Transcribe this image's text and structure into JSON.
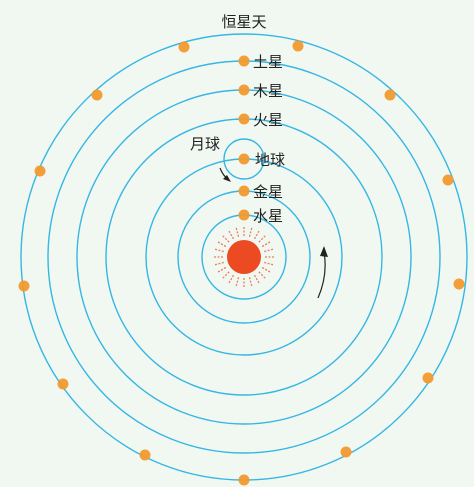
{
  "diagram": {
    "labels": {
      "fixed_stars": "恒星天",
      "saturn": "土星",
      "jupiter": "木星",
      "mars": "火星",
      "earth": "地球",
      "moon": "月球",
      "venus": "金星",
      "mercury": "水星"
    },
    "colors": {
      "background": "#f1f8f1",
      "orbit": "#36b6e4",
      "body": "#f29a2e",
      "sun_core": "#ec4a22",
      "sun_rays": "#f27a58",
      "arrow": "#222222"
    },
    "icons": {
      "sun": "sun-icon",
      "planet": "planet-dot",
      "star": "star-dot",
      "direction": "orbit-direction-arrow"
    }
  }
}
